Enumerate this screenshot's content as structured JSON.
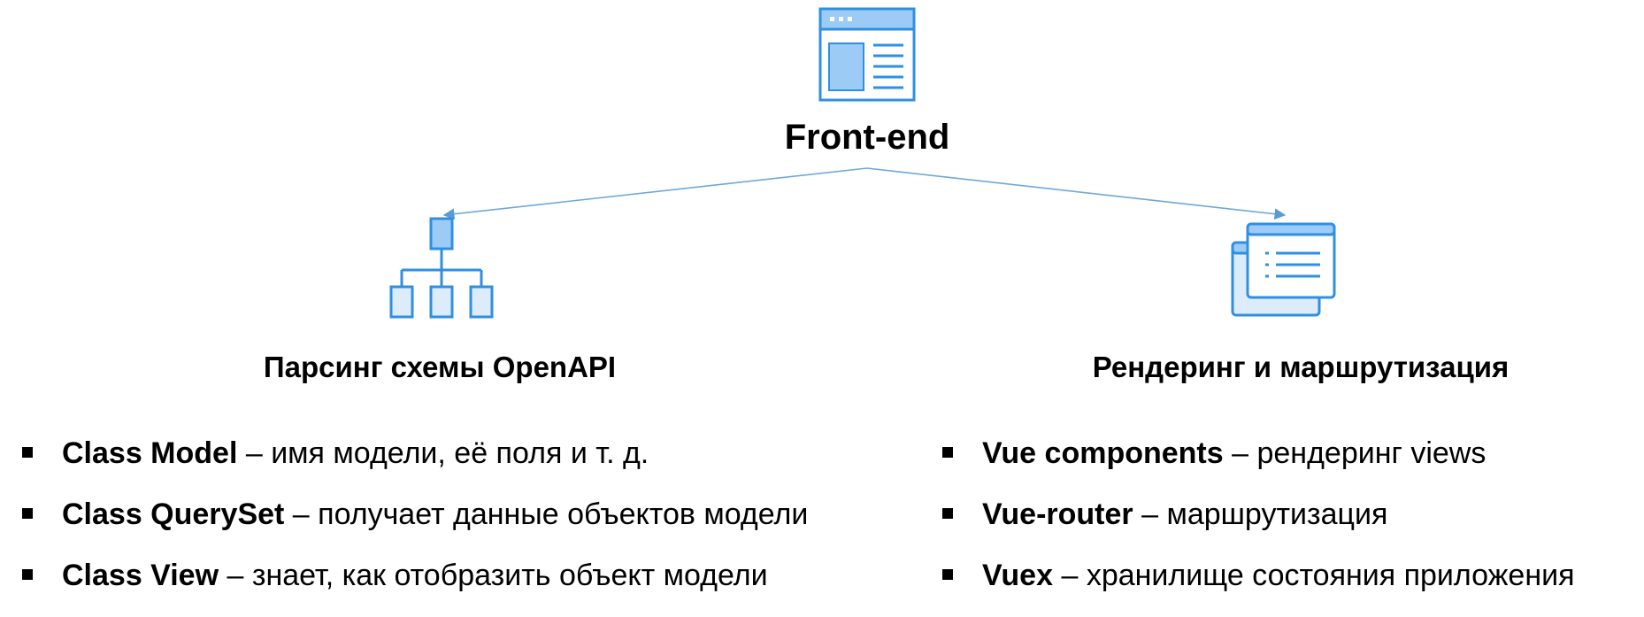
{
  "colors": {
    "icon_stroke": "#2f8fe3",
    "icon_fill": "#9cccf5",
    "icon_fill_light": "#dcecfb",
    "connector": "#6fa8dc",
    "text": "#000000"
  },
  "root": {
    "icon": "browser-window-icon",
    "title": "Front-end"
  },
  "branches": [
    {
      "icon": "hierarchy-icon",
      "title": "Парсинг схемы OpenAPI",
      "items": [
        {
          "term": "Class Model",
          "desc": " – имя модели, её поля и т. д."
        },
        {
          "term": "Class QuerySet",
          "desc": " – получает данные объектов модели"
        },
        {
          "term": "Class View",
          "desc": " – знает, как отобразить объект модели"
        }
      ]
    },
    {
      "icon": "stacked-windows-icon",
      "title": "Рендеринг и маршрутизация",
      "items": [
        {
          "term": "Vue components",
          "desc": " – рендеринг views"
        },
        {
          "term": "Vue-router",
          "desc": " – маршрутизация"
        },
        {
          "term": "Vuex",
          "desc": " – хранилище состояния приложения"
        }
      ]
    }
  ]
}
